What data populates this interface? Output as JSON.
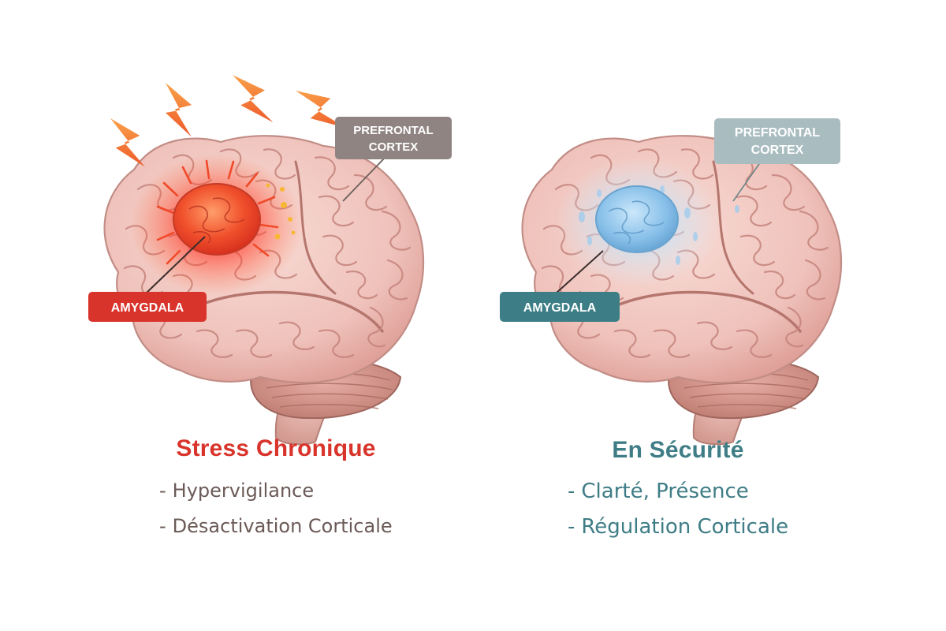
{
  "colors": {
    "stress_accent": "#d9342b",
    "safe_accent": "#3d7e86",
    "stress_text": "#6b5a57",
    "safe_text": "#3f7d86",
    "prefrontal_tag_stress": "#8f8482",
    "prefrontal_tag_safe": "#a9bcc0",
    "brain_fill": "#f1c9c3",
    "brain_outline": "#c28d86"
  },
  "stress_panel": {
    "prefrontal_label_line1": "PREFRONTAL",
    "prefrontal_label_line2": "CORTEX",
    "amygdala_label": "AMYGDALA",
    "title": "Stress Chronique",
    "items": [
      {
        "dash": "-",
        "text": "Hypervigilance"
      },
      {
        "dash": "-",
        "text": "Désactivation Corticale"
      }
    ],
    "icons": [
      "lightning-bolt-icon",
      "lightning-bolt-icon",
      "lightning-bolt-icon",
      "lightning-bolt-icon"
    ]
  },
  "safe_panel": {
    "prefrontal_label_line1": "PREFRONTAL",
    "prefrontal_label_line2": "CORTEX",
    "amygdala_label": "AMYGDALA",
    "title": "En Sécurité",
    "items": [
      {
        "dash": "-",
        "text": "Clarté, Présence"
      },
      {
        "dash": "-",
        "text": "Régulation Corticale"
      }
    ]
  }
}
